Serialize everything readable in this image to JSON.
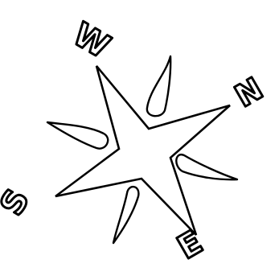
{
  "figure": {
    "kind": "compass-rose",
    "ink_color": "#000000",
    "paper_color": "#ffffff",
    "labels": {
      "north": "N",
      "east": "E",
      "south": "S",
      "west": "W"
    }
  }
}
